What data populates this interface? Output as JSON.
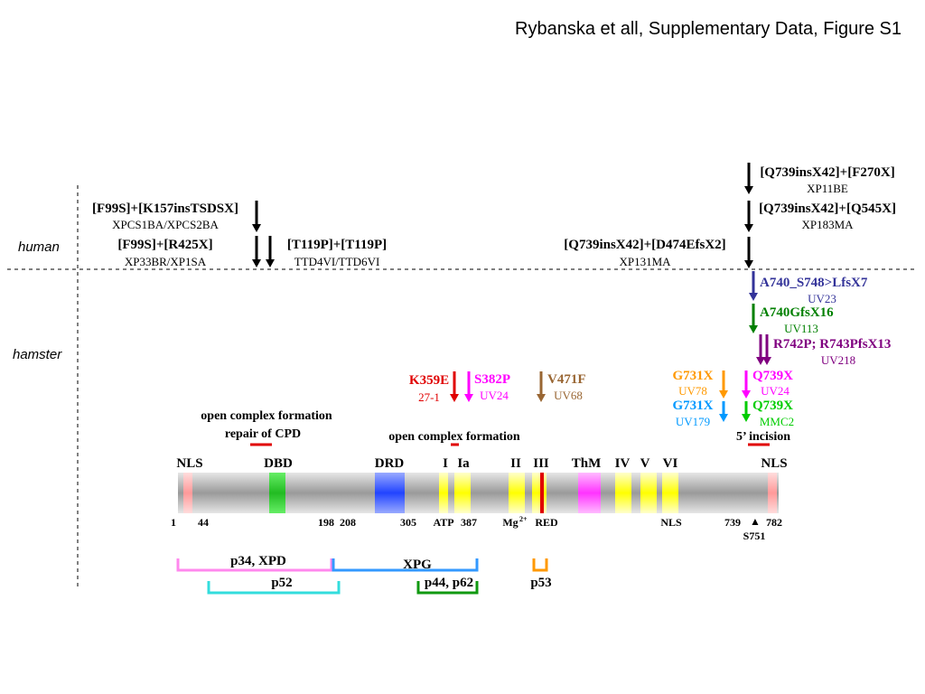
{
  "title": "Rybanska et all, Supplementary Data,  Figure S1",
  "side_labels": {
    "human": "human",
    "hamster": "hamster"
  },
  "human_mutations": [
    {
      "name": "[F99S]+[K157insTSDSX]",
      "cell": "XPCS1BA/XPCS2BA"
    },
    {
      "name": "[F99S]+[R425X]",
      "cell": "XP33BR/XP1SA"
    },
    {
      "name": "[T119P]+[T119P]",
      "cell": "TTD4VI/TTD6VI"
    },
    {
      "name": "[Q739insX42]+[D474EfsX2]",
      "cell": "XP131MA"
    },
    {
      "name": "[Q739insX42]+[F270X]",
      "cell": "XP11BE"
    },
    {
      "name": "[Q739insX42]+[Q545X]",
      "cell": "XP183MA"
    }
  ],
  "hamster_mutations": [
    {
      "name": "A740_S748>LfsX7",
      "cell": "UV23",
      "color": "#333399"
    },
    {
      "name": "A740GfsX16",
      "cell": "UV113",
      "color": "#008000"
    },
    {
      "name": "R742P; R743PfsX13",
      "cell": "UV218",
      "color": "#800080"
    },
    {
      "name": "K359E",
      "cell": "27-1",
      "color": "#e00000"
    },
    {
      "name": "S382P",
      "cell": "UV24",
      "color": "#ff00ff"
    },
    {
      "name": "V471F",
      "cell": "UV68",
      "color": "#996633"
    },
    {
      "name": "G731X",
      "cell": "UV78",
      "color": "#ff9900"
    },
    {
      "name": "G731X",
      "cell": "UV179",
      "color": "#0099ff"
    },
    {
      "name": "Q739X",
      "cell": "UV24",
      "color": "#ff00ff"
    },
    {
      "name": "Q739X",
      "cell": "MMC2",
      "color": "#00cc00"
    }
  ],
  "annotations": {
    "open_complex_1": "open complex formation",
    "repair_cpd": "repair of CPD",
    "open_complex_2": "open complex formation",
    "incision": "5’ incision"
  },
  "domains": [
    "NLS",
    "DBD",
    "DRD",
    "I",
    "Ia",
    "II",
    "III",
    "ThM",
    "IV",
    "V",
    "VI",
    "NLS"
  ],
  "positions": {
    "p1": "1",
    "p44": "44",
    "p198": "198",
    "p208": "208",
    "p305": "305",
    "atp": "ATP",
    "p387": "387",
    "mg": "Mg",
    "mg_sup": "2+",
    "red": "RED",
    "nls": "NLS",
    "p739": "739",
    "triangle": "▲",
    "p782": "782",
    "s751": "S751"
  },
  "interactions": {
    "p34_xpd": "p34, XPD",
    "p52": "p52",
    "xpg": "XPG",
    "p44_p62": "p44, p62",
    "p53": "p53"
  },
  "colors": {
    "red_bar": "#e00000",
    "motif_yellow": "#ffff33",
    "dbd_green": "#33cc33",
    "drd_blue": "#3355ff",
    "thm_magenta": "#ff44ff",
    "nls_pink": "#ffaaaa",
    "p34_bracket": "#ff88ee",
    "p52_bracket": "#33dddd",
    "xpg_bracket": "#3399ff",
    "p44_bracket": "#119911",
    "p53_bracket": "#ff9900"
  }
}
